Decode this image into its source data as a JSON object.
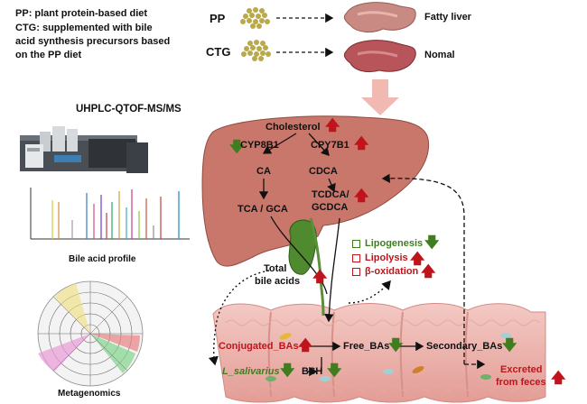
{
  "legend": {
    "pp_abbr": "PP",
    "pp_desc": ":  plant protein-based diet",
    "ctg_abbr": "CTG",
    "ctg_desc_line1": ":  supplemented with bile",
    "ctg_desc_line2": "acid synthesis precursors based",
    "ctg_desc_line3": "on the PP diet"
  },
  "diets": {
    "pp_label": "PP",
    "ctg_label": "CTG",
    "pp_outcome": "Fatty liver",
    "ctg_outcome": "Nomal"
  },
  "methods": {
    "instrument": "UHPLC-QTOF-MS/MS",
    "bile_acid_profile": "Bile acid profile",
    "metagenomics": "Metagenomics"
  },
  "liver": {
    "cholesterol": "Cholesterol",
    "cyp8b1": "CYP8B1",
    "cpy7b1": "CPY7B1",
    "ca": "CA",
    "cdca": "CDCA",
    "tca_gca": "TCA / GCA",
    "tcdca_line1": "TCDCA/",
    "tcdca_line2": "GCDCA"
  },
  "gallbladder": {
    "line1": "Total",
    "line2": "bile acids"
  },
  "lipid": {
    "lipogenesis": "Lipogenesis",
    "lipolysis": "Lipolysis",
    "boxidation": "β-oxidation"
  },
  "intestine": {
    "conjugated": "Conjugated_BAs",
    "free": "Free_BAs",
    "secondary": "Secondary_BAs",
    "salivarius": "L_salivarius",
    "bsh": "BSH",
    "excreted_line1": "Excreted",
    "excreted_line2": "from feces"
  },
  "colors": {
    "liver": "#c9766b",
    "intestine": "#ecb5b0",
    "up_arrow": "#c0141c",
    "down_arrow": "#3f7d1f",
    "feed": "#b7a84a"
  },
  "icons": [
    "up-arrow-icon",
    "down-arrow-icon",
    "checkbox-icon",
    "feed-pellets-icon"
  ]
}
